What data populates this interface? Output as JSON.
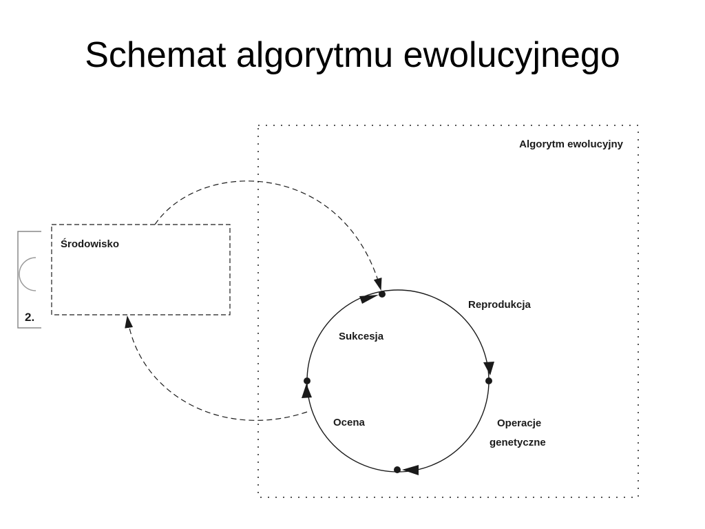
{
  "slide": {
    "title": "Schemat algorytmu ewolucyjnego"
  },
  "diagram": {
    "algorithm_box_label": "Algorytm ewolucyjny",
    "environment_box_label": "Środowisko",
    "background_fragment_label": "2.",
    "cycle_labels": {
      "reproduction": "Reprodukcja",
      "genetic_operations_line1": "Operacje",
      "genetic_operations_line2": "genetyczne",
      "evaluation": "Ocena",
      "succession": "Sukcesja"
    },
    "colors": {
      "stroke": "#1a1a1a",
      "background_fragment": "#888888"
    }
  }
}
